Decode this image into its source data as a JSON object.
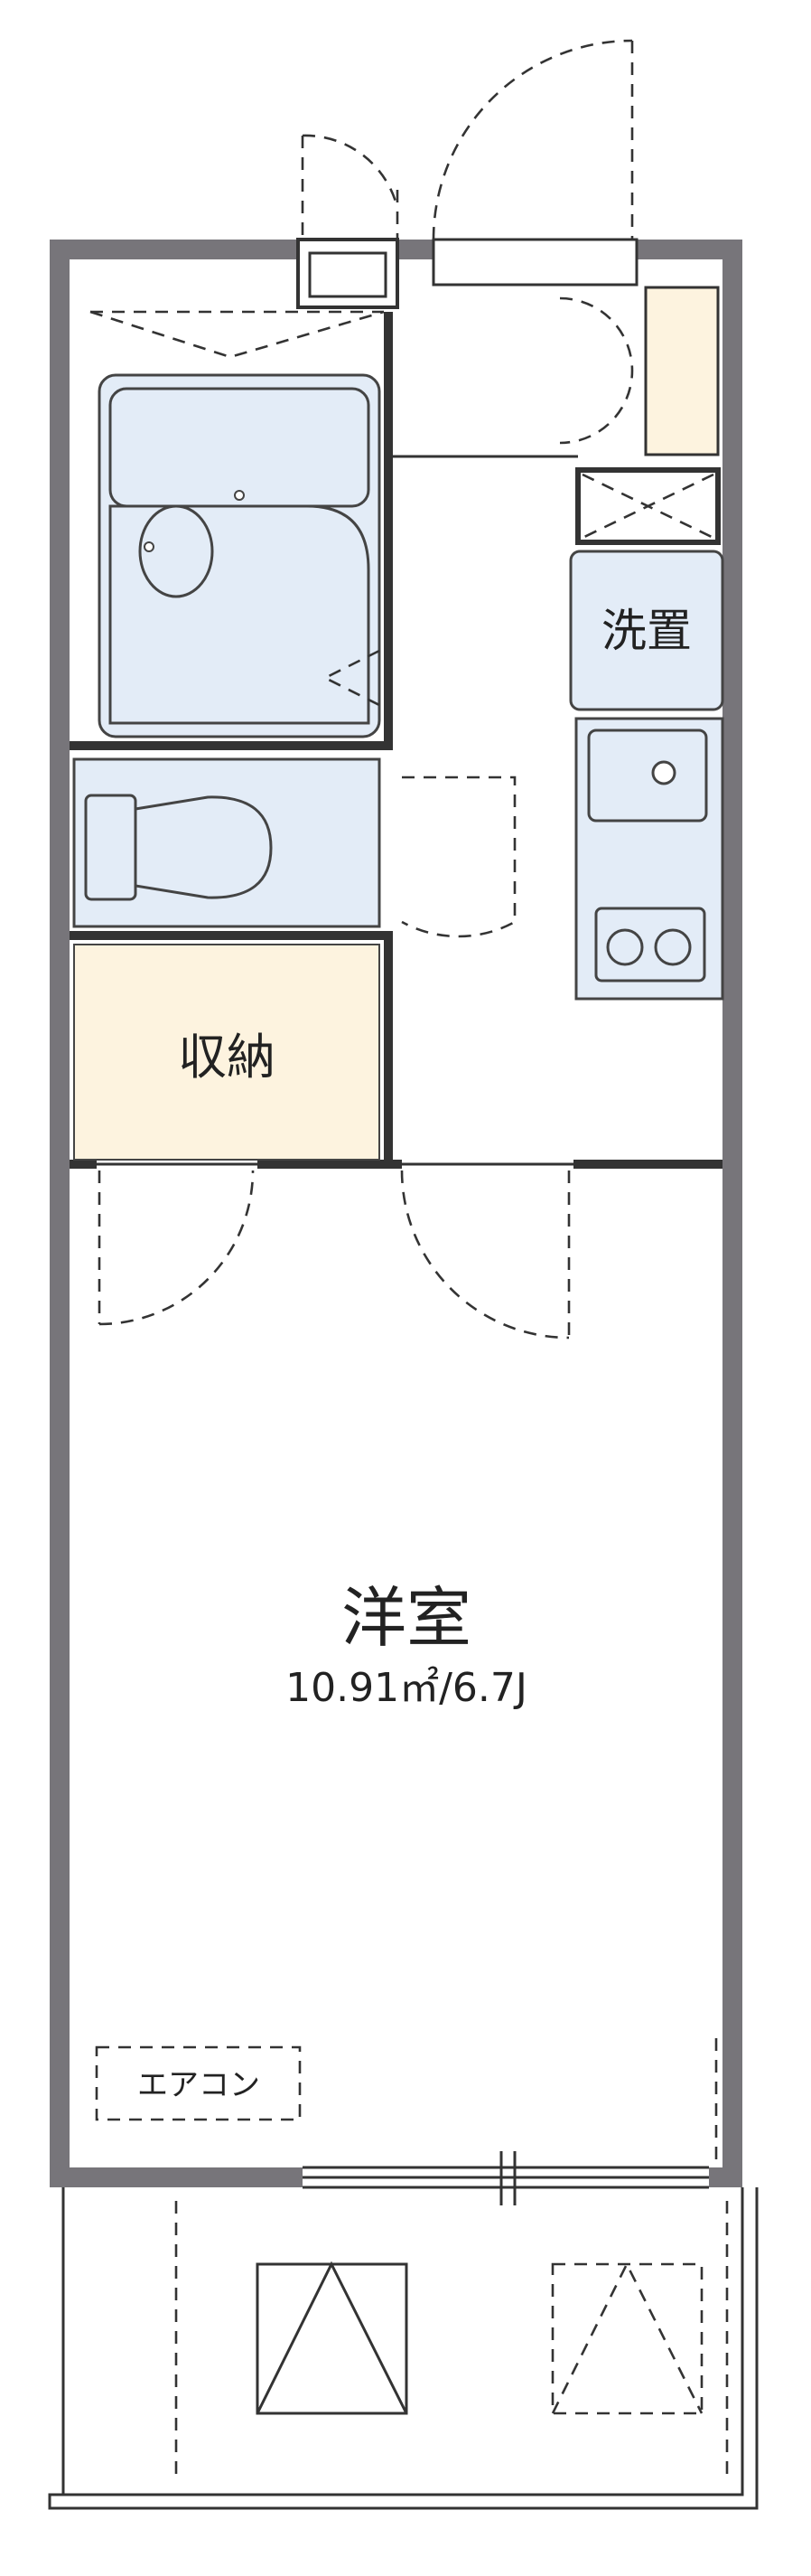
{
  "rooms": {
    "western_room": {
      "label": "洋室",
      "area": "10.91㎡/6.7J"
    },
    "storage": {
      "label": "収納"
    },
    "laundry": {
      "label": "洗置"
    },
    "aircon": {
      "label": "エアコン"
    }
  },
  "colors": {
    "wall": "#77757a",
    "wet_area": "#e3ecf7",
    "storage": "#fdf3df",
    "line": "#333333"
  }
}
